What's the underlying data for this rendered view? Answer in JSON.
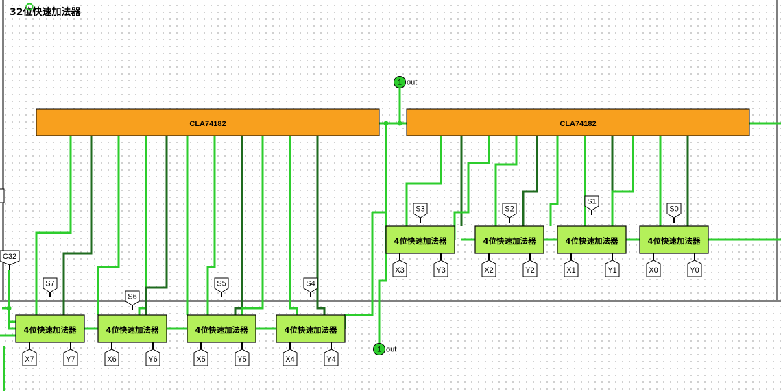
{
  "title": "32位快速加法器",
  "cla_label": "CLA74182",
  "adder_label": "4位快速加法器",
  "out_label": "out",
  "probe_value": "1",
  "carry_label": "C32",
  "adders": [
    {
      "sum": "S3",
      "x": "X3",
      "y": "Y3"
    },
    {
      "sum": "S2",
      "x": "X2",
      "y": "Y2"
    },
    {
      "sum": "S1",
      "x": "X1",
      "y": "Y1"
    },
    {
      "sum": "S0",
      "x": "X0",
      "y": "Y0"
    },
    {
      "sum": "S7",
      "x": "X7",
      "y": "Y7"
    },
    {
      "sum": "S6",
      "x": "X6",
      "y": "Y6"
    },
    {
      "sum": "S5",
      "x": "X5",
      "y": "Y5"
    },
    {
      "sum": "S4",
      "x": "X4",
      "y": "Y4"
    }
  ],
  "colors": {
    "cla_fill": "#F8A01E",
    "adder_fill": "#B4F05A",
    "wire_on": "#2DCD2D",
    "wire_dark": "#1F6B1F",
    "probe": "#2DCD2D",
    "frame": "#808080"
  },
  "icons": {
    "probe": "circle-probe-icon",
    "pin": "pin-pentagon-icon"
  }
}
